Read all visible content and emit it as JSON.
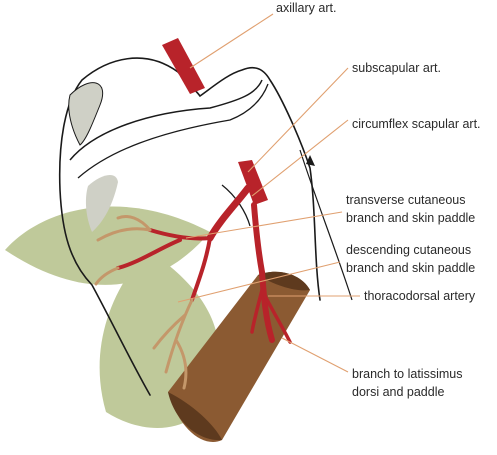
{
  "diagram": {
    "colors": {
      "outline": "#1a1a1a",
      "artery": "#b8232a",
      "artery_dark": "#8e1a20",
      "skin_paddle": "#bfc99a",
      "branch_in_paddle": "#c4976a",
      "muscle": "#8b5a32",
      "muscle_dark": "#5e3a1e",
      "leader_line": "#e0a070",
      "scapula_shadow": "#cfd0c6"
    },
    "labels": {
      "axillary": "axillary art.",
      "subscapular": "subscapular art.",
      "circumflex": "circumflex scapular art.",
      "transverse_line1": "transverse cutaneous",
      "transverse_line2": "branch and skin paddle",
      "descending_line1": "descending cutaneous",
      "descending_line2": "branch and skin paddle",
      "thoracodorsal": "thoracodorsal artery",
      "latissimus_line1": "branch to latissimus",
      "latissimus_line2": "dorsi and paddle"
    }
  }
}
